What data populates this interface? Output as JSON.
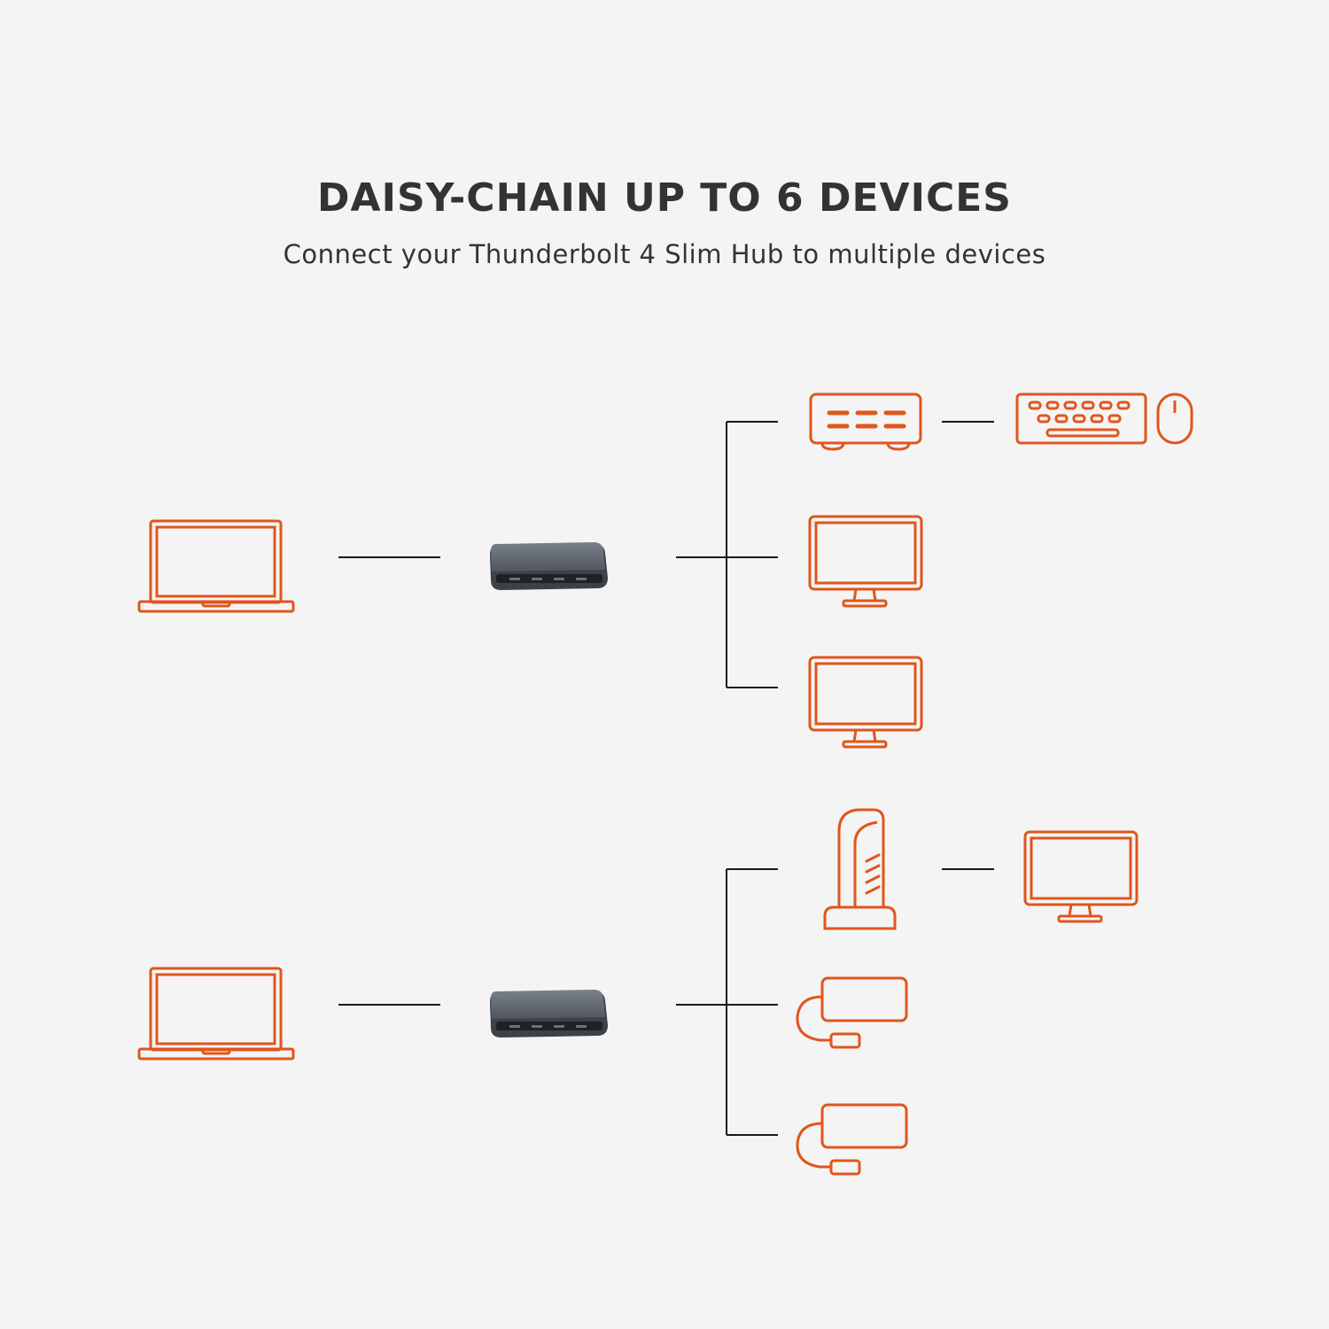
{
  "header": {
    "title": "DAISY-CHAIN UP TO 6 DEVICES",
    "subtitle": "Connect your Thunderbolt 4 Slim Hub to multiple devices"
  },
  "colors": {
    "accent": "#e0561c",
    "line": "#1a1a1a",
    "hub_body": "#5c636b",
    "background": "#f4f4f4"
  },
  "icons": [
    "laptop-icon",
    "hub-device",
    "dock-icon",
    "keyboard-icon",
    "mouse-icon",
    "monitor-icon",
    "vertical-dock-icon",
    "external-drive-icon"
  ]
}
